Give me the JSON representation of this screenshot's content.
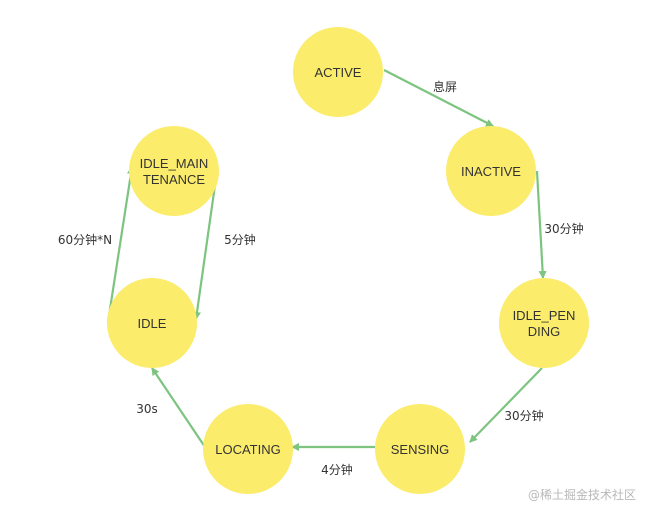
{
  "states": [
    {
      "id": "active",
      "lines": [
        "ACTIVE"
      ]
    },
    {
      "id": "inactive",
      "lines": [
        "INACTIVE"
      ]
    },
    {
      "id": "idle-pending",
      "lines": [
        "IDLE_PEN",
        "DING"
      ]
    },
    {
      "id": "sensing",
      "lines": [
        "SENSING"
      ]
    },
    {
      "id": "locating",
      "lines": [
        "LOCATING"
      ]
    },
    {
      "id": "idle",
      "lines": [
        "IDLE"
      ]
    },
    {
      "id": "idle-maintenance",
      "lines": [
        "IDLE_MAIN",
        "TENANCE"
      ]
    }
  ],
  "transitions": [
    {
      "from": "active",
      "to": "inactive",
      "label": "息屏"
    },
    {
      "from": "inactive",
      "to": "idle-pending",
      "label": "30分钟"
    },
    {
      "from": "idle-pending",
      "to": "sensing",
      "label": "30分钟"
    },
    {
      "from": "sensing",
      "to": "locating",
      "label": "4分钟"
    },
    {
      "from": "locating",
      "to": "idle",
      "label": "30s"
    },
    {
      "from": "idle",
      "to": "idle-maintenance",
      "label": "60分钟*N"
    },
    {
      "from": "idle-maintenance",
      "to": "idle",
      "label": "5分钟"
    }
  ],
  "colors": {
    "node": "#fbec6b",
    "edge": "#7cc47f",
    "text": "#333333"
  },
  "watermark": "@稀土掘金技术社区"
}
